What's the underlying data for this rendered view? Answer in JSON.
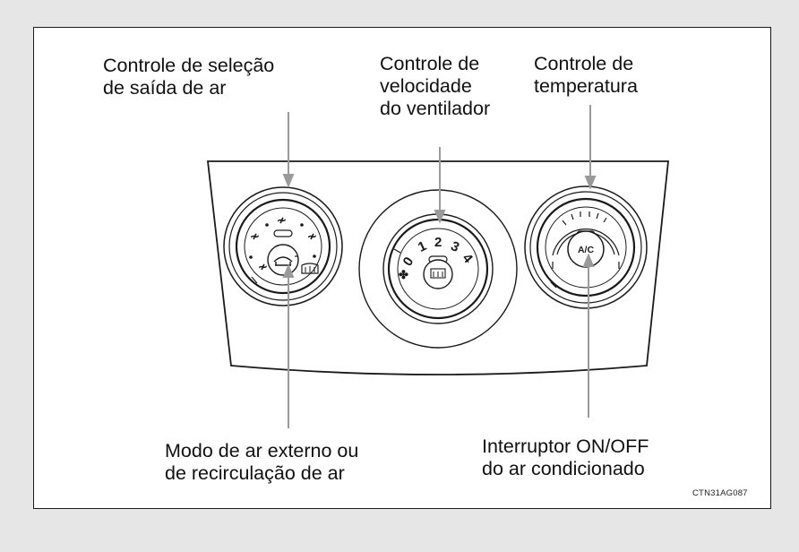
{
  "labels": {
    "air_outlet": "Controle de seleção\nde saída de ar",
    "fan_speed": "Controle de\nvelocidade\ndo ventilador",
    "temperature": "Controle de\ntemperatura",
    "recirculation": "Modo de ar externo ou\nde recirculação de ar",
    "ac_switch": "Interruptor ON/OFF\ndo ar condicionado"
  },
  "fan_speeds": [
    "0",
    "1",
    "2",
    "3",
    "4"
  ],
  "ac_button": "A/C",
  "figure_code": "CTN31AG087",
  "colors": {
    "background": "#e6e6e6",
    "frame": "#ffffff",
    "line": "#1a1a1a",
    "arrow": "#9a9a9a"
  }
}
